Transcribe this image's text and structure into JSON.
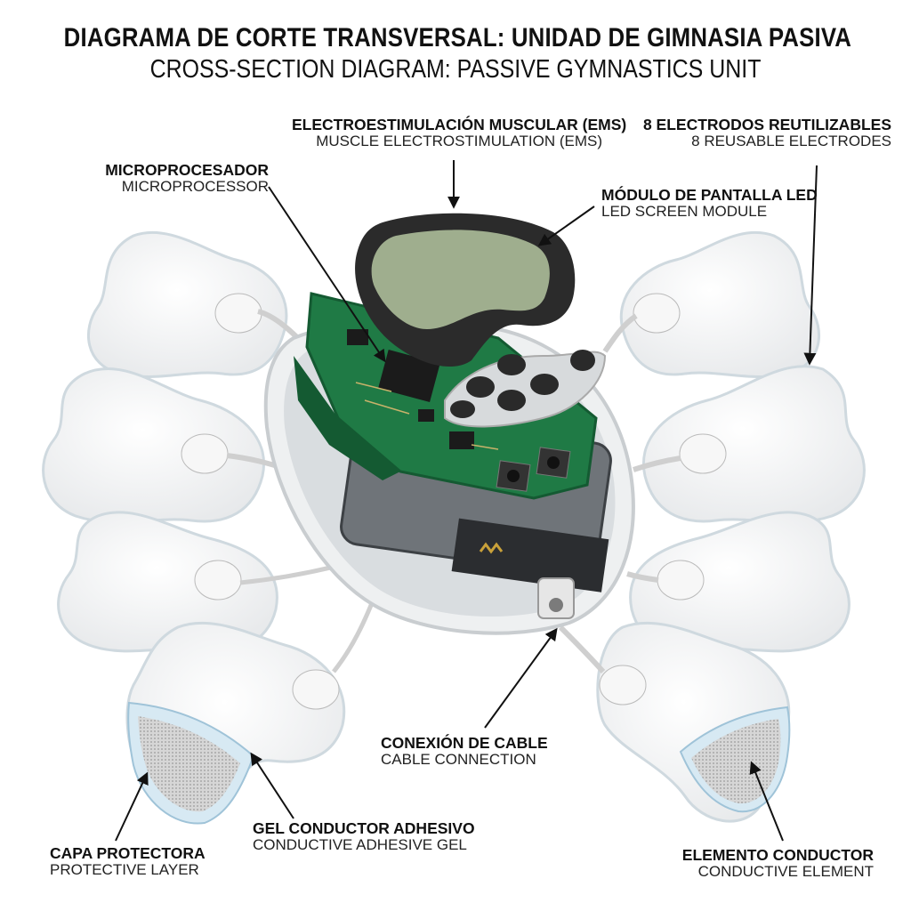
{
  "title": {
    "es": "DIAGRAMA DE CORTE TRANSVERSAL: UNIDAD DE GIMNASIA PASIVA",
    "en": "CROSS-SECTION DIAGRAM: PASSIVE GYMNASTICS UNIT"
  },
  "labels": {
    "ems": {
      "es": "ELECTROESTIMULACIÓN MUSCULAR (EMS)",
      "en": "MUSCLE ELECTROSTIMULATION (EMS)"
    },
    "electrodes": {
      "es": "8 ELECTRODOS REUTILIZABLES",
      "en": "8 REUSABLE ELECTRODES"
    },
    "microprocessor": {
      "es": "MICROPROCESADOR",
      "en": "MICROPROCESSOR"
    },
    "led": {
      "es": "MÓDULO DE PANTALLA LED",
      "en": "LED SCREEN MODULE"
    },
    "cable": {
      "es": "CONEXIÓN DE CABLE",
      "en": "CABLE CONNECTION"
    },
    "gel": {
      "es": "GEL CONDUCTOR ADHESIVO",
      "en": "CONDUCTIVE ADHESIVE GEL"
    },
    "protective": {
      "es": "CAPA PROTECTORA",
      "en": "PROTECTIVE LAYER"
    },
    "conductive": {
      "es": "ELEMENTO CONDUCTOR",
      "en": "CONDUCTIVE ELEMENT"
    }
  },
  "colors": {
    "pcb": "#1f7a45",
    "pcb_dark": "#145a32",
    "screen": "#9fae8e",
    "bezel": "#2b2b2b",
    "pad": "#f4f4f4",
    "pad_edge": "#cfd9df",
    "gel_blue": "#cfe3ee",
    "mesh": "#c9c9c9"
  }
}
